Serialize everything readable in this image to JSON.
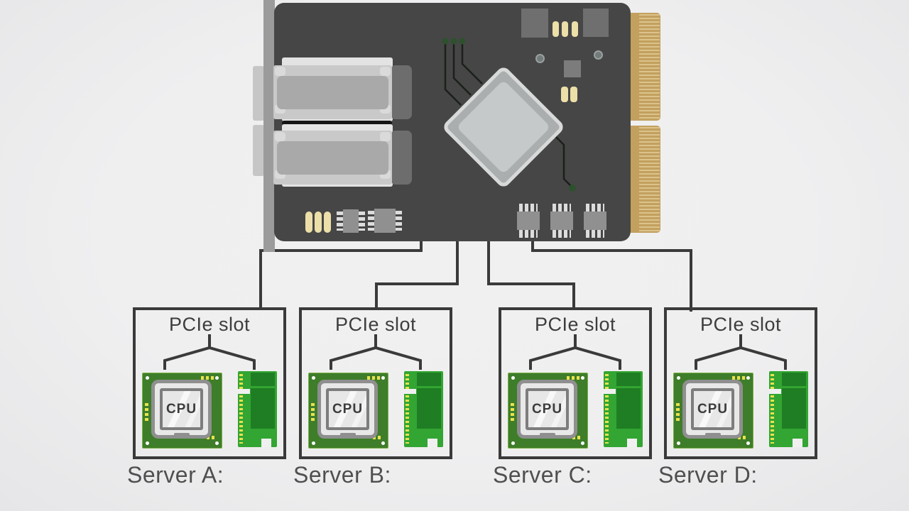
{
  "colors": {
    "bg": "#f0f0f1",
    "line": "#3a3a3a",
    "card": "#464646",
    "bracket": "#9b9b9b",
    "bracket-tab": "#c6c6c6",
    "cage-plate": "#e3e3e3",
    "cage-body": "#c9c9c9",
    "cage-tab": "#dadada",
    "cage-inner": "#a9a9a9",
    "cage-rear": "#6d6d6d",
    "cage-slot": "#151515",
    "gold": "#c2a05e",
    "gold-stripe": "#dcc28c",
    "die-frame": "#d8dada",
    "die-mid": "#aaaeae",
    "die-inner": "#c5c9c9",
    "trace": "#1a201a",
    "dot-green": "#2d512d",
    "comp-gray": "#6f6f6f",
    "cap-tan": "#ecdfa8",
    "pin-light": "#dcdcdc",
    "ic-body": "#909090",
    "text-dark": "#3d3d3d",
    "label-gray": "#4f4f4f",
    "pcb-green": "#3e7d2a",
    "pcb-edge": "#79b043",
    "cpu-frame": "#8f8f8f",
    "cpu-face": "#e8e8e8",
    "die-border": "#7d7d7d",
    "ram-green": "#33a532",
    "ram-chip": "#1f7e23",
    "ram-pin": "#e9e24f",
    "dot-white": "#ffffff"
  },
  "servers": [
    {
      "pcie_label": "PCIe slot",
      "cpu_label": "CPU",
      "label": "Server A:"
    },
    {
      "pcie_label": "PCIe slot",
      "cpu_label": "CPU",
      "label": "Server B:"
    },
    {
      "pcie_label": "PCIe slot",
      "cpu_label": "CPU",
      "label": "Server C:"
    },
    {
      "pcie_label": "PCIe slot",
      "cpu_label": "CPU",
      "label": "Server D:"
    }
  ]
}
